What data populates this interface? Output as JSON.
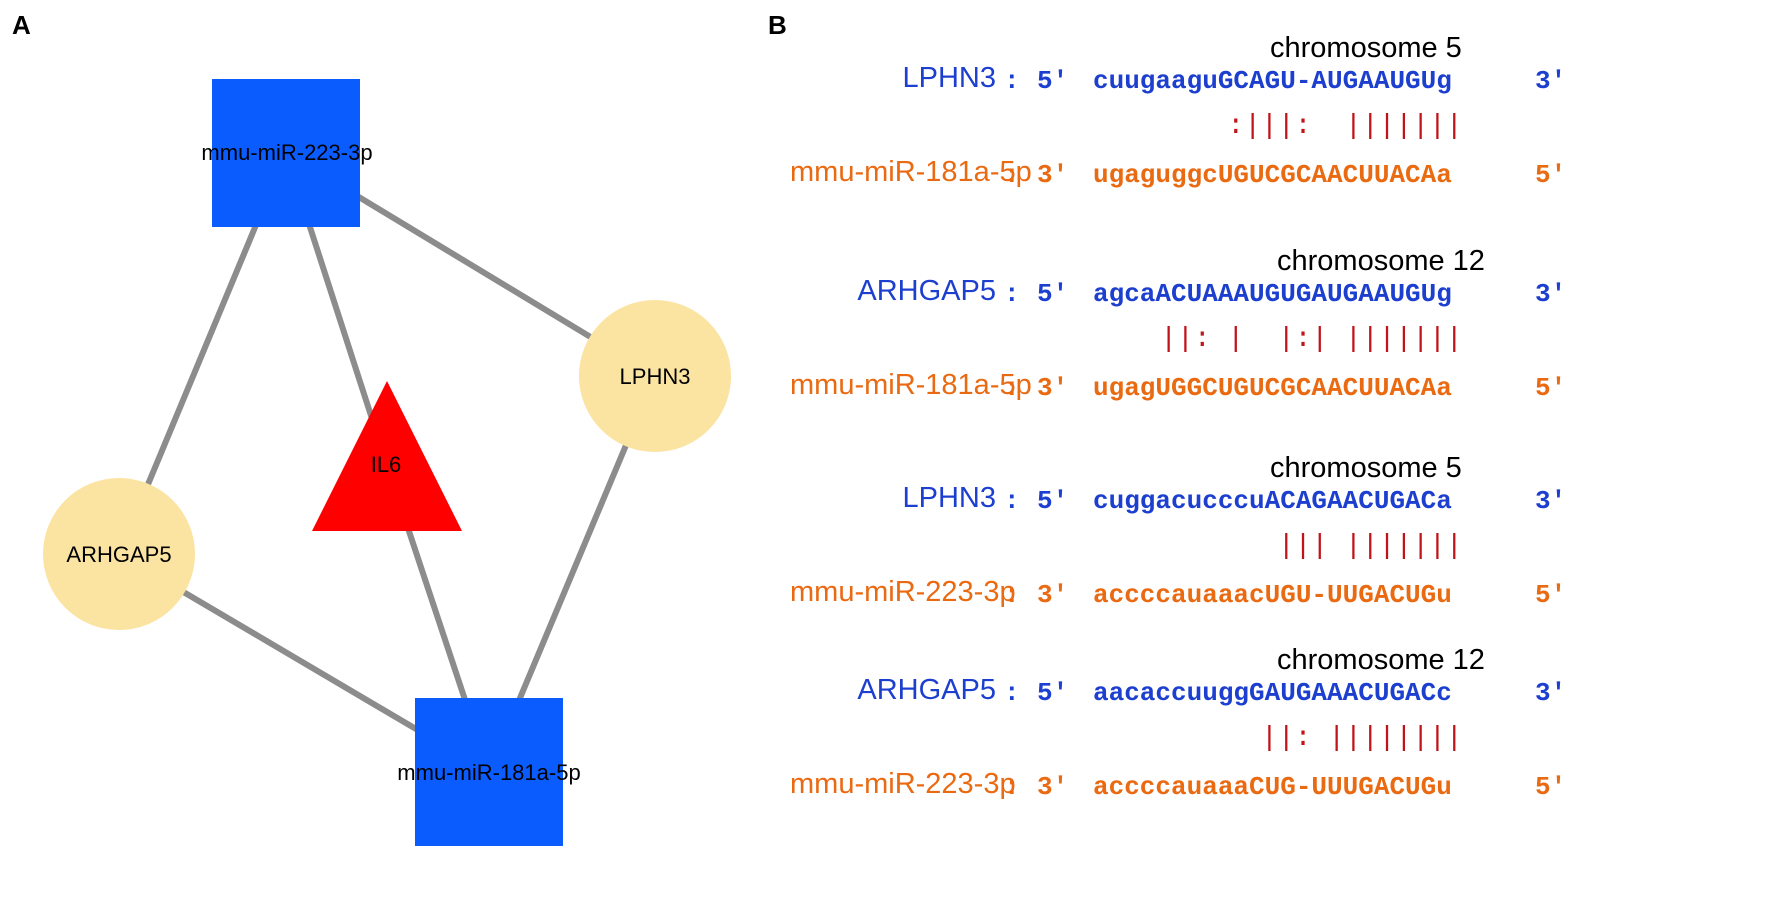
{
  "panel_a": {
    "label": "A",
    "nodes": [
      {
        "id": "mmu-miR-223-3p",
        "label": "mmu-miR-223-3p",
        "shape": "square",
        "color": "#0b5cff"
      },
      {
        "id": "mmu-miR-181a-5p",
        "label": "mmu-miR-181a-5p",
        "shape": "square",
        "color": "#0b5cff"
      },
      {
        "id": "IL6",
        "label": "IL6",
        "shape": "triangle",
        "color": "#ff0000"
      },
      {
        "id": "LPHN3",
        "label": "LPHN3",
        "shape": "circle",
        "color": "#fbe3a1"
      },
      {
        "id": "ARHGAP5",
        "label": "ARHGAP5",
        "shape": "circle",
        "color": "#fbe3a1"
      }
    ],
    "edges": [
      [
        "mmu-miR-223-3p",
        "ARHGAP5"
      ],
      [
        "mmu-miR-223-3p",
        "IL6"
      ],
      [
        "mmu-miR-223-3p",
        "LPHN3"
      ],
      [
        "mmu-miR-181a-5p",
        "ARHGAP5"
      ],
      [
        "mmu-miR-181a-5p",
        "IL6"
      ],
      [
        "mmu-miR-181a-5p",
        "LPHN3"
      ]
    ],
    "edge_color": "#8c8c8c"
  },
  "panel_b": {
    "label": "B",
    "gene_color": "#1d3fcf",
    "mirna_color": "#ea6a12",
    "pair_color": "#c0141a",
    "alignments": [
      {
        "chromosome": "chromosome 5",
        "gene": {
          "name": "LPHN3",
          "sep": ":",
          "end5": "5'",
          "seq": "cuugaaguGCAGU-AUGAAUGUg",
          "end3": "3'"
        },
        "pairs": "        :|||:  |||||||",
        "mirna": {
          "name": "mmu-miR-181a-5p",
          "sep": ":",
          "end3": "3'",
          "seq": "ugaguggcUGUCGCAACUUACAa",
          "end5": "5'"
        }
      },
      {
        "chromosome": "chromosome 12",
        "gene": {
          "name": "ARHGAP5",
          "sep": ":",
          "end5": "5'",
          "seq": "agcaACUAAAUGUGAUGAAUGUg",
          "end3": "3'"
        },
        "pairs": "    ||: |  |:| |||||||",
        "mirna": {
          "name": "mmu-miR-181a-5p",
          "sep": ":",
          "end3": "3'",
          "seq": "ugagUGGCUGUCGCAACUUACAa",
          "end5": "5'"
        }
      },
      {
        "chromosome": "chromosome 5",
        "gene": {
          "name": "LPHN3",
          "sep": ":",
          "end5": "5'",
          "seq": "cuggacucccuACAGAACUGACa",
          "end3": "3'"
        },
        "pairs": "           ||| |||||||",
        "mirna": {
          "name": "mmu-miR-223-3p",
          "sep": ":",
          "end3": "3'",
          "seq": "accccauaaacUGU-UUGACUGu",
          "end5": "5'"
        }
      },
      {
        "chromosome": "chromosome 12",
        "gene": {
          "name": "ARHGAP5",
          "sep": ":",
          "end5": "5'",
          "seq": "aacaccuuggGAUGAAACUGACc",
          "end3": "3'"
        },
        "pairs": "          ||: ||||||||",
        "mirna": {
          "name": "mmu-miR-223-3p",
          "sep": ":",
          "end3": "3'",
          "seq": "accccauaaaCUG-UUUGACUGu",
          "end5": "5'"
        }
      }
    ]
  }
}
